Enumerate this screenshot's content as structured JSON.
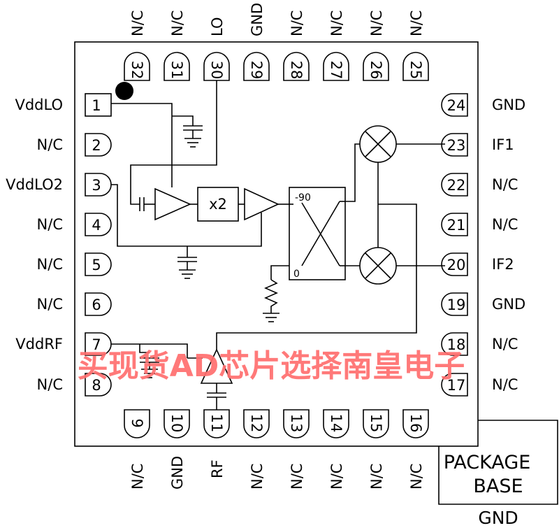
{
  "pins": {
    "p1": {
      "num": "1",
      "label": "VddLO"
    },
    "p2": {
      "num": "2",
      "label": "N/C"
    },
    "p3": {
      "num": "3",
      "label": "VddLO2"
    },
    "p4": {
      "num": "4",
      "label": "N/C"
    },
    "p5": {
      "num": "5",
      "label": "N/C"
    },
    "p6": {
      "num": "6",
      "label": "N/C"
    },
    "p7": {
      "num": "7",
      "label": "VddRF"
    },
    "p8": {
      "num": "8",
      "label": "N/C"
    },
    "p9": {
      "num": "9",
      "label": "N/C"
    },
    "p10": {
      "num": "10",
      "label": "GND"
    },
    "p11": {
      "num": "11",
      "label": "RF"
    },
    "p12": {
      "num": "12",
      "label": "N/C"
    },
    "p13": {
      "num": "13",
      "label": "N/C"
    },
    "p14": {
      "num": "14",
      "label": "N/C"
    },
    "p15": {
      "num": "15",
      "label": "N/C"
    },
    "p16": {
      "num": "16",
      "label": "N/C"
    },
    "p17": {
      "num": "17",
      "label": "N/C"
    },
    "p18": {
      "num": "18",
      "label": "N/C"
    },
    "p19": {
      "num": "19",
      "label": "GND"
    },
    "p20": {
      "num": "20",
      "label": "IF2"
    },
    "p21": {
      "num": "21",
      "label": "N/C"
    },
    "p22": {
      "num": "22",
      "label": "N/C"
    },
    "p23": {
      "num": "23",
      "label": "IF1"
    },
    "p24": {
      "num": "24",
      "label": "GND"
    },
    "p25": {
      "num": "25",
      "label": "N/C"
    },
    "p26": {
      "num": "26",
      "label": "N/C"
    },
    "p27": {
      "num": "27",
      "label": "N/C"
    },
    "p28": {
      "num": "28",
      "label": "N/C"
    },
    "p29": {
      "num": "29",
      "label": "GND"
    },
    "p30": {
      "num": "30",
      "label": "LO"
    },
    "p31": {
      "num": "31",
      "label": "N/C"
    },
    "p32": {
      "num": "32",
      "label": "N/C"
    }
  },
  "blocks": {
    "doubler": "x2",
    "hybrid_top": "-90",
    "hybrid_bottom": "0"
  },
  "package_base": {
    "line1": "PACKAGE",
    "line2": "BASE",
    "ground": "GND"
  },
  "watermark": "买现货AD芯片选择南皇电子",
  "colors": {
    "line": "#000000",
    "watermark": "#ff6e6e",
    "background": "#ffffff"
  }
}
